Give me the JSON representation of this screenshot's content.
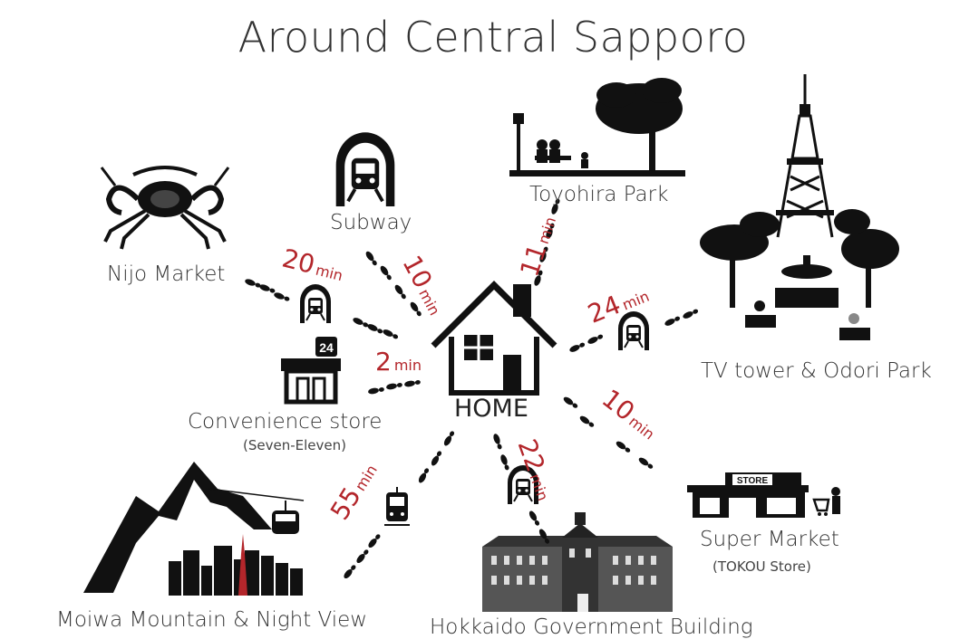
{
  "title": "Around Central Sapporo",
  "home_label": "HOME",
  "min_unit": "min",
  "destinations": {
    "nijo_market": {
      "label": "Nijo Market",
      "time": "20"
    },
    "subway": {
      "label": "Subway",
      "time": "10"
    },
    "toyohira_park": {
      "label": "Toyohira Park",
      "time": "11"
    },
    "tv_tower": {
      "label": "TV tower & Odori Park",
      "time": "24"
    },
    "convenience_store": {
      "label": "Convenience store",
      "sub": "(Seven-Eleven)",
      "time": "2",
      "sign": "24"
    },
    "super_market": {
      "label": "Super Market",
      "sub": "(TOKOU Store)",
      "time": "10",
      "sign": "STORE"
    },
    "hokkaido_gov": {
      "label": "Hokkaido Government Building",
      "time": "22"
    },
    "moiwa": {
      "label": "Moiwa Mountain & Night View",
      "time": "55"
    }
  }
}
